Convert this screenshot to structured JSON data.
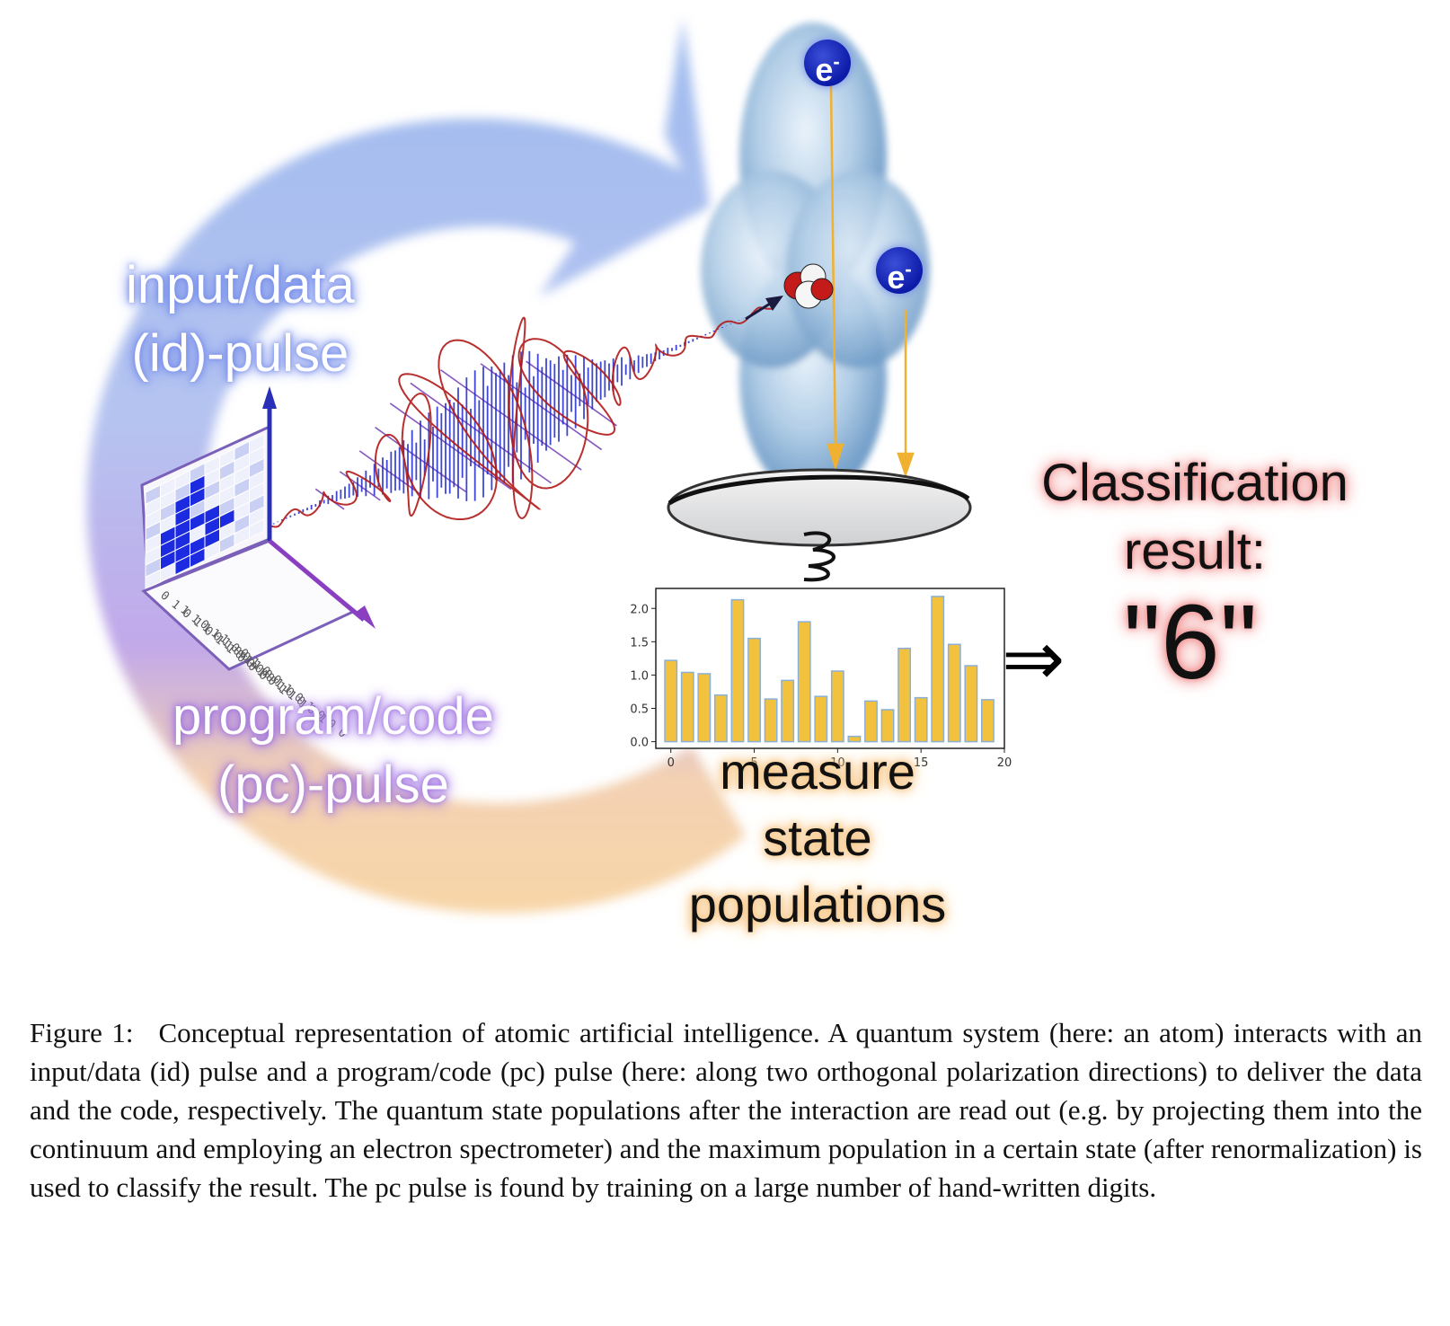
{
  "figure": {
    "labels": {
      "input_line1": "input/data",
      "input_line2": "(id)-pulse",
      "program_line1": "program/code",
      "program_line2": "(pc)-pulse",
      "measure_line1": "measure",
      "measure_line2": "state",
      "measure_line3": "populations",
      "classification_line1": "Classification",
      "classification_line2": "result:",
      "result_value": "\"6\"",
      "implies_symbol": "⇒",
      "electron_label": "e",
      "electron_superscript": "-"
    },
    "binary_text": "0101011000 1110100101 0110100111 1001010001 0100101000",
    "digit_image": "hand-written digit 6 rendered as blue pixel grid",
    "colors": {
      "arrow_blue": "#9cb8f0",
      "arrow_purple": "#a890e0",
      "arrow_orange": "#f6c98e",
      "bar_fill": "#f2c23e",
      "bar_edge": "#8ab0d8",
      "pulse_red": "#b01818",
      "pulse_blue": "#1d27c8",
      "electron_blue": "#0c1aa8"
    }
  },
  "chart_data": {
    "type": "bar",
    "x": [
      0,
      1,
      2,
      3,
      4,
      5,
      6,
      7,
      8,
      9,
      10,
      11,
      12,
      13,
      14,
      15,
      16,
      17,
      18,
      19
    ],
    "values": [
      1.22,
      1.04,
      1.02,
      0.7,
      2.13,
      1.55,
      0.64,
      0.92,
      1.8,
      0.68,
      1.06,
      0.08,
      0.61,
      0.48,
      1.4,
      0.66,
      2.18,
      1.46,
      1.14,
      0.63
    ],
    "xticks": [
      "0",
      "5",
      "10",
      "15",
      "20"
    ],
    "yticks": [
      "0.0",
      "0.5",
      "1.0",
      "1.5",
      "2.0"
    ],
    "xlim": [
      -0.9,
      20
    ],
    "ylim": [
      -0.1,
      2.3
    ],
    "title": "",
    "xlabel": "",
    "ylabel": "",
    "grid": false,
    "legend": "none"
  },
  "caption": {
    "label": "Figure 1:",
    "text": "Conceptual representation of atomic artificial intelligence. A quantum system (here: an atom) interacts with an input/data (id) pulse and a program/code (pc) pulse (here: along two orthogonal polarization directions) to deliver the data and the code, respectively. The quantum state populations after the interaction are read out (e.g. by projecting them into the continuum and employing an electron spectrometer) and the maximum population in a certain state (after renormalization) is used to classify the result. The pc pulse is found by training on a large number of hand-written digits."
  }
}
